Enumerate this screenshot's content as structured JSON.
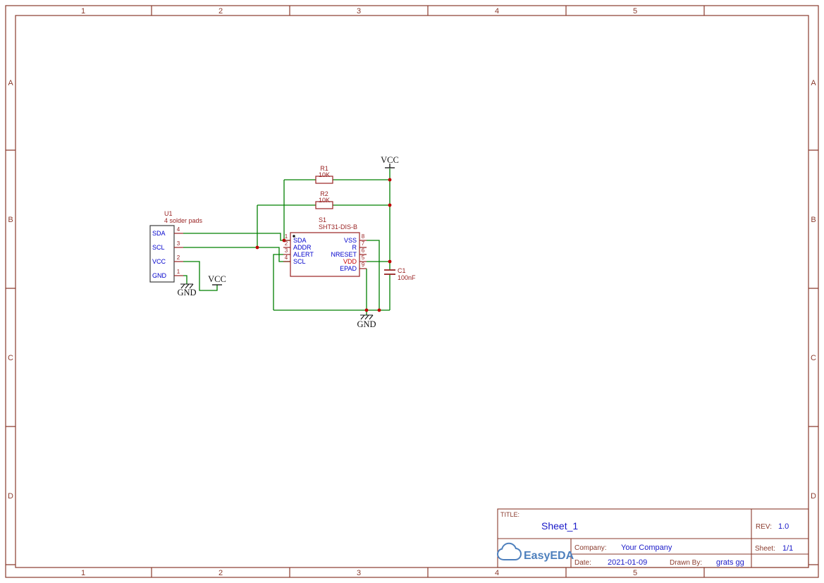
{
  "frame": {
    "cols": [
      "1",
      "2",
      "3",
      "4",
      "5"
    ],
    "rows": [
      "A",
      "B",
      "C",
      "D"
    ]
  },
  "components": {
    "u1": {
      "ref": "U1",
      "value": "4 solder pads",
      "pins": [
        {
          "num": "4",
          "name": "SDA"
        },
        {
          "num": "3",
          "name": "SCL"
        },
        {
          "num": "2",
          "name": "VCC"
        },
        {
          "num": "1",
          "name": "GND"
        }
      ]
    },
    "s1": {
      "ref": "S1",
      "value": "SHT31-DIS-B",
      "left_pins": [
        {
          "num": "1",
          "name": "SDA"
        },
        {
          "num": "2",
          "name": "ADDR"
        },
        {
          "num": "3",
          "name": "ALERT"
        },
        {
          "num": "4",
          "name": "SCL"
        }
      ],
      "right_pins": [
        {
          "num": "8",
          "name": "VSS"
        },
        {
          "num": "7",
          "name": "R"
        },
        {
          "num": "6",
          "name": "NRESET"
        },
        {
          "num": "5",
          "name": "VDD"
        },
        {
          "num": "9",
          "name": "EPAD"
        }
      ]
    },
    "r1": {
      "ref": "R1",
      "value": "10K"
    },
    "r2": {
      "ref": "R2",
      "value": "10K"
    },
    "c1": {
      "ref": "C1",
      "value": "100nF"
    }
  },
  "net_flags": {
    "vcc": "VCC",
    "gnd": "GND"
  },
  "title_block": {
    "title_label": "TITLE:",
    "title": "Sheet_1",
    "rev_label": "REV:",
    "rev": "1.0",
    "company_label": "Company:",
    "company": "Your Company",
    "sheet_label": "Sheet:",
    "sheet": "1/1",
    "date_label": "Date:",
    "date": "2021-01-09",
    "drawn_by_label": "Drawn By:",
    "drawn_by": "grats gg",
    "logo_text": "EasyEDA"
  },
  "colors": {
    "wire": "#008000",
    "junction": "#c00000",
    "component_outline": "#992222",
    "pin_name": "#0000cc",
    "pin_vdd": "#cc0000",
    "frame": "#8a3b2d",
    "value_text": "#1a1ac8",
    "logo": "#4e80bd"
  }
}
